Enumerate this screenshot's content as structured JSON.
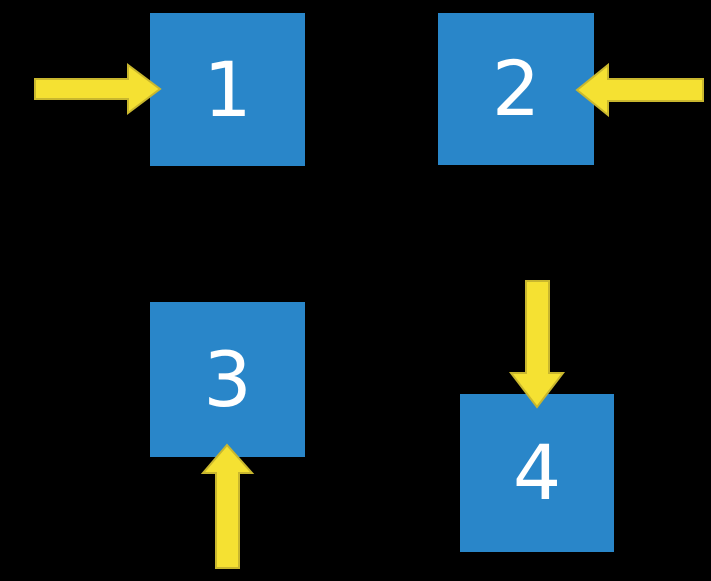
{
  "diagram": {
    "background_color": "#000000",
    "square_fill_color": "#2986C9",
    "arrow_fill_color": "#F5E132",
    "arrow_stroke_color": "#C9B72E",
    "label_color": "#FFFFFF",
    "squares": [
      {
        "label": "1",
        "arrow": {
          "direction": "right",
          "points_at_side": "left"
        }
      },
      {
        "label": "2",
        "arrow": {
          "direction": "left",
          "points_at_side": "right"
        }
      },
      {
        "label": "3",
        "arrow": {
          "direction": "up",
          "points_at_side": "bottom"
        }
      },
      {
        "label": "4",
        "arrow": {
          "direction": "down",
          "points_at_side": "top"
        }
      }
    ]
  }
}
